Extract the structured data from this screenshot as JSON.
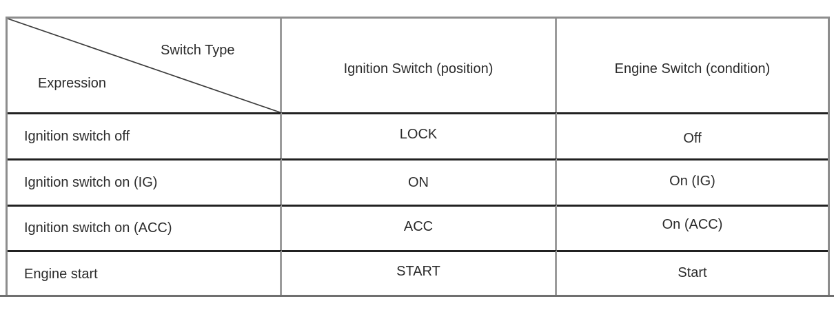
{
  "table": {
    "corner": {
      "top_right_label": "Switch Type",
      "bottom_left_label": "Expression"
    },
    "column_headers": [
      "Ignition Switch (position)",
      "Engine Switch (condition)"
    ],
    "rows": [
      {
        "expression": "Ignition switch off",
        "ignition_switch_position": "LOCK",
        "engine_switch_condition": "Off"
      },
      {
        "expression": "Ignition switch on (IG)",
        "ignition_switch_position": "ON",
        "engine_switch_condition": "On (IG)"
      },
      {
        "expression": "Ignition switch on (ACC)",
        "ignition_switch_position": "ACC",
        "engine_switch_condition": "On (ACC)"
      },
      {
        "expression": "Engine start",
        "ignition_switch_position": "START",
        "engine_switch_condition": "Start"
      }
    ],
    "colors": {
      "outer_border": "#8d8d8d",
      "column_divider": "#9b9b9b",
      "row_divider": "#212121",
      "diagonal_line": "#3c3c3c",
      "text": "#2b2b2b",
      "background": "#ffffff"
    }
  }
}
